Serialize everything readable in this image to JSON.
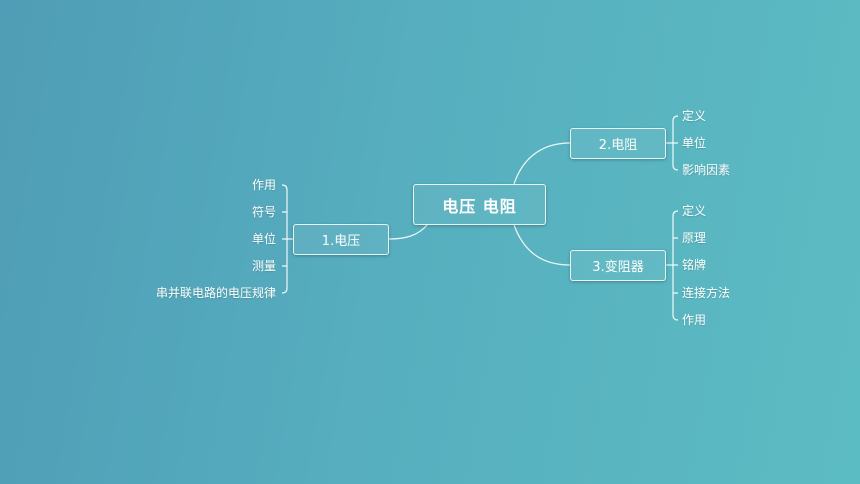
{
  "root": {
    "label": "电压  电阻"
  },
  "left_branch": {
    "label": "1.电压",
    "children": [
      "作用",
      "符号",
      "单位",
      "测量",
      "串并联电路的电压规律"
    ]
  },
  "right_top_branch": {
    "label": "2.电阻",
    "children": [
      "定义",
      "单位",
      "影响因素"
    ]
  },
  "right_bottom_branch": {
    "label": "3.变阻器",
    "children": [
      "定义",
      "原理",
      "铭牌",
      "连接方法",
      "作用"
    ]
  },
  "colors": {
    "background_start": "#4f9db6",
    "background_end": "#5cbcc3",
    "line": "#ffffff"
  }
}
